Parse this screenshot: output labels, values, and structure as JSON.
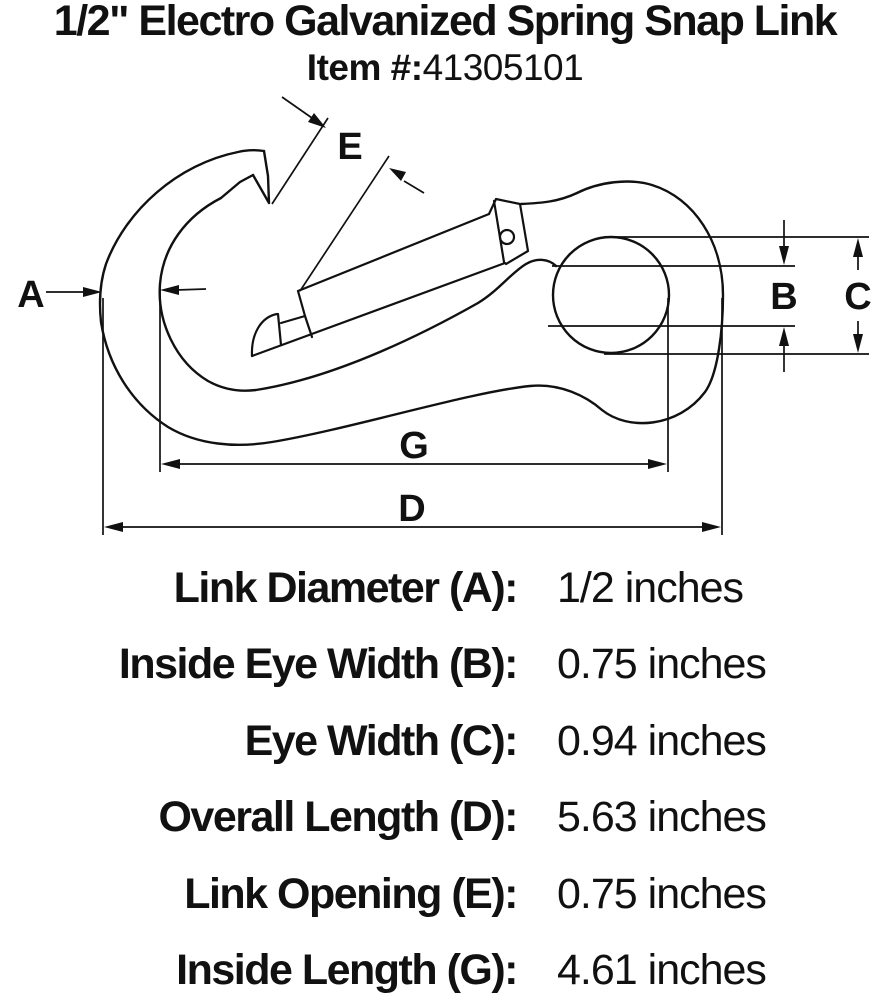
{
  "title": {
    "line1": "1/2\" Electro Galvanized Spring Snap Link",
    "item_label": "Item #:",
    "item_number": "41305101"
  },
  "diagram": {
    "type": "technical line drawing of spring snap link, side view",
    "labels": {
      "a": "A",
      "b": "B",
      "c": "C",
      "d": "D",
      "e": "E",
      "g": "G"
    }
  },
  "specs": {
    "rows": [
      {
        "label": "Link Diameter (A):",
        "value": "1/2 inches"
      },
      {
        "label": "Inside Eye Width (B):",
        "value": "0.75 inches"
      },
      {
        "label": "Eye Width (C):",
        "value": "0.94 inches"
      },
      {
        "label": "Overall Length (D):",
        "value": "5.63 inches"
      },
      {
        "label": "Link Opening (E):",
        "value": "0.75 inches"
      },
      {
        "label": "Inside Length (G):",
        "value": "4.61 inches"
      }
    ]
  },
  "colors": {
    "ink": "#111111",
    "background": "#ffffff"
  }
}
